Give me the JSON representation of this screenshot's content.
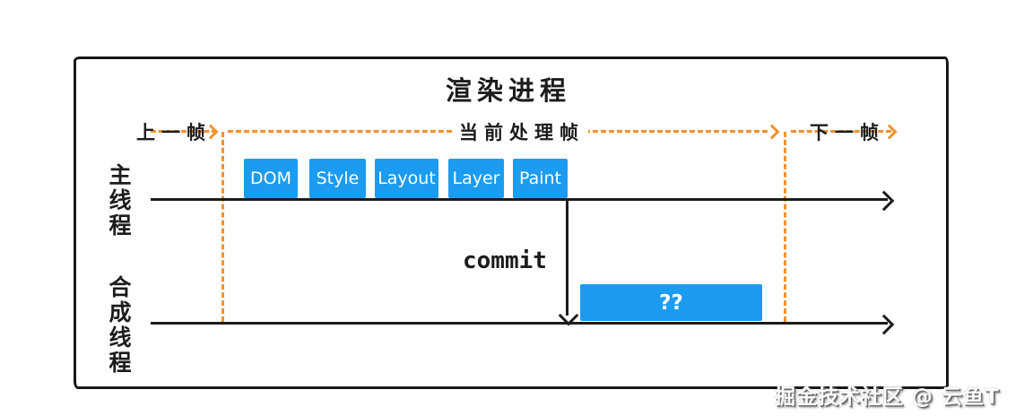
{
  "title": "渲染进程",
  "timeline": {
    "prev_frame_label": "上一帧",
    "current_frame_label": "当前处理帧",
    "next_frame_label": "下一帧"
  },
  "main_thread": {
    "label": "主线程",
    "stages": [
      "DOM",
      "Style",
      "Layout",
      "Layer",
      "Paint"
    ]
  },
  "commit": {
    "label": "commit"
  },
  "compositor_thread": {
    "label": "合成线程",
    "block_label": "??"
  },
  "watermark": "掘金技术社区 @ 云鱼T",
  "colors": {
    "stage_blue": "#1b9cf0",
    "frame_orange": "#f0922d",
    "line_black": "#1c1c1c"
  }
}
